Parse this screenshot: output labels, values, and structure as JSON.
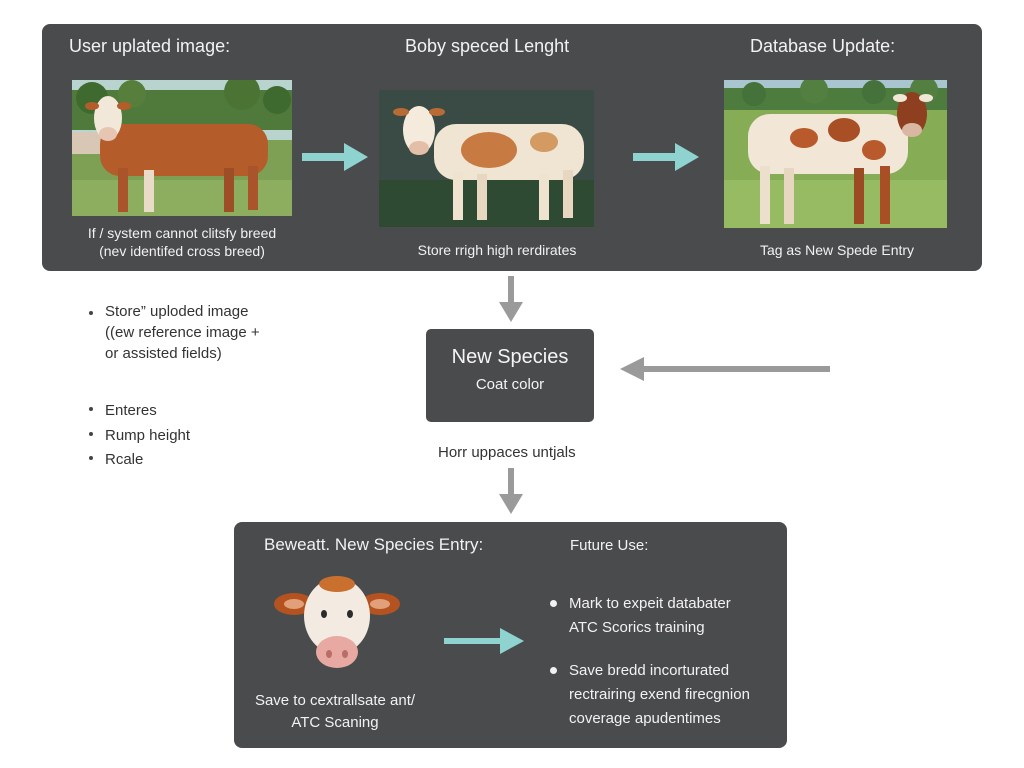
{
  "top_panel": {
    "col1": {
      "heading": "User uplated image:",
      "caption_line1": "If / system cannot clitsfy breed",
      "caption_line2": "(nev identifed cross breed)"
    },
    "col2": {
      "heading": "Boby speced Lenght",
      "caption": "Store rrigh high rerdirates"
    },
    "col3": {
      "heading": "Database Update:",
      "caption": "Tag as New Spede Entry"
    }
  },
  "left_notes": {
    "list1": [
      "Store” uploded image"
    ],
    "list1_continuation": [
      "((ew reference image +",
      "or assisted fields)"
    ],
    "list2": [
      "Enteres",
      "Rump height",
      "Rcale"
    ]
  },
  "species_box": {
    "title": "New Species",
    "subtitle": "Coat color"
  },
  "middle_caption": "Horr uppaces untjals",
  "bottom_panel": {
    "left_heading": "Beweatt. New Species Entry:",
    "left_caption_line1": "Save to cextrallsate ant/",
    "left_caption_line2": "ATC Scaning",
    "right_heading": "Future Use:",
    "items": [
      [
        "Mark to expeit databater",
        "ATC Scorics training"
      ],
      [
        "Save bredd incorturated",
        "rectrairing exend firecgnion",
        "coverage apudentimes"
      ]
    ]
  },
  "colors": {
    "panel": "#4a4b4d",
    "teal_arrow": "#8fd3d1",
    "grey_arrow": "#9a9a9a"
  },
  "icons": {
    "arrow_right": "teal-right-arrow-icon",
    "arrow_down": "grey-down-arrow-icon",
    "arrow_left": "grey-left-arrow-icon"
  }
}
